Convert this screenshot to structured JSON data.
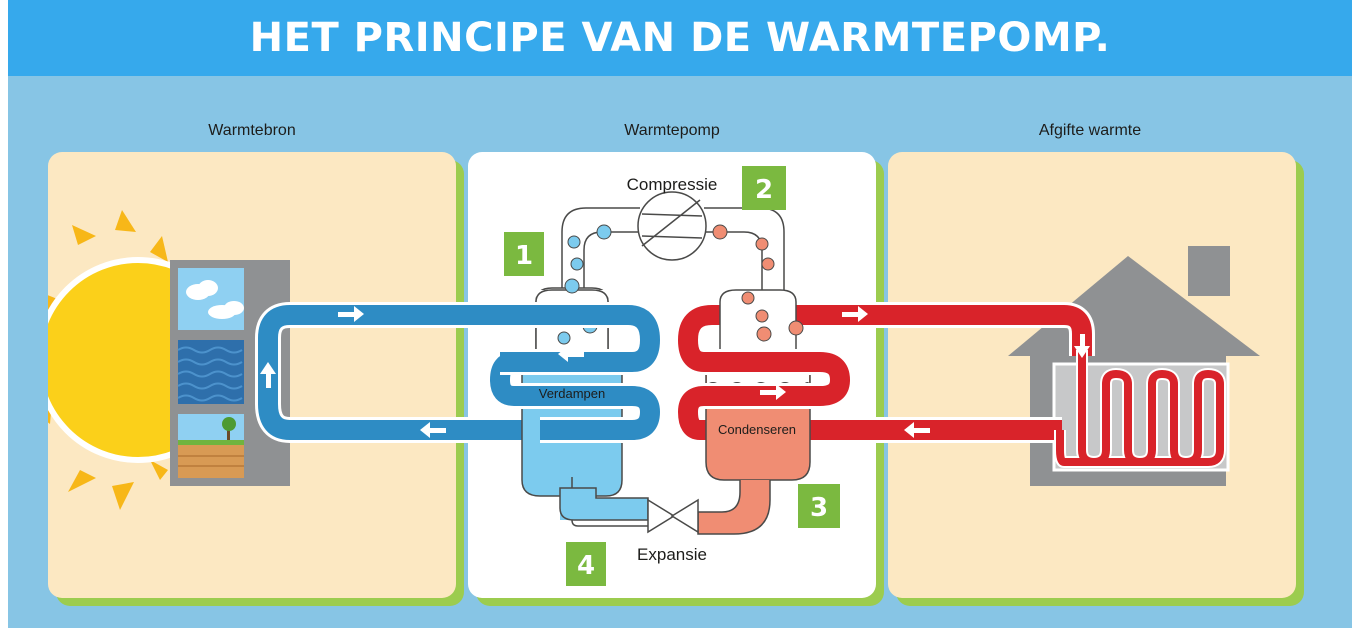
{
  "title": "HET PRINCIPE VAN DE WARMTEPOMP.",
  "panels": {
    "source": "Warmtebron",
    "pump": "Warmtepomp",
    "output": "Afgifte warmte"
  },
  "labels": {
    "compression": "Compressie",
    "evaporate": "Verdampen",
    "condense": "Condenseren",
    "expansion": "Expansie"
  },
  "steps": [
    "1",
    "2",
    "3",
    "4"
  ],
  "colors": {
    "header": "#36a9ec",
    "background": "#87c5e5",
    "panel": "#fce8c2",
    "cold_pipe": "#2e8cc4",
    "hot_pipe": "#d9232a",
    "step_badge": "#7bb940",
    "sun": "#f7b718"
  }
}
